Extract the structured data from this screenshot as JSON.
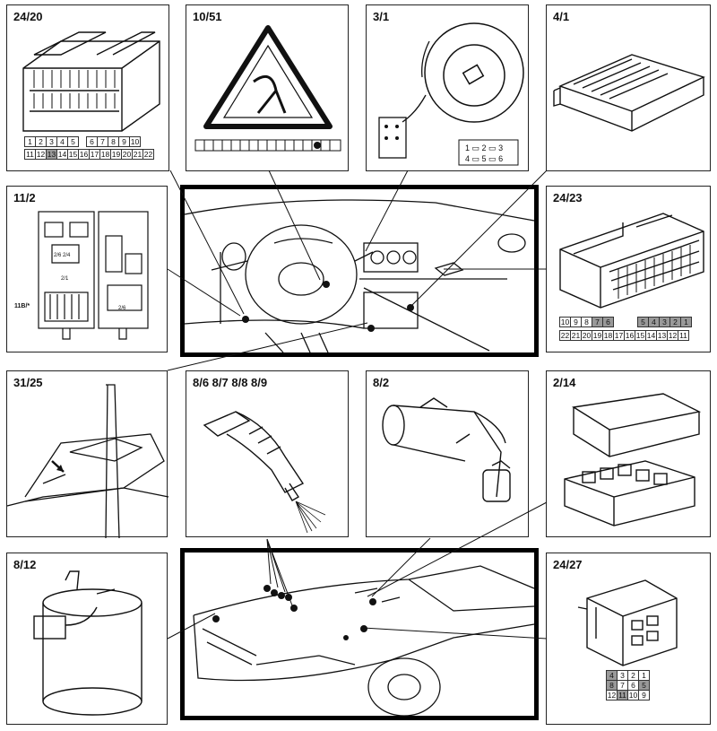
{
  "panels": {
    "p1": {
      "label": "24/20",
      "pins": [
        [
          "1",
          "2",
          "3",
          "4",
          "5",
          "",
          "6",
          "7",
          "8",
          "9",
          "10"
        ],
        [
          "11",
          "12",
          "13",
          "14",
          "15",
          "16",
          "17",
          "18",
          "19",
          "20",
          "21",
          "22"
        ]
      ]
    },
    "p2": {
      "label": "10/51"
    },
    "p3": {
      "label": "3/1",
      "pins": [
        "1",
        "2",
        "3",
        "4",
        "5",
        "6"
      ]
    },
    "p4": {
      "label": "4/1"
    },
    "p5": {
      "label": "11/2",
      "relay_labels": [
        "2/6 2/4",
        "2/1",
        "2/6",
        "11B/*"
      ]
    },
    "p6": {
      "label": "24/23",
      "pins": [
        [
          "10",
          "9",
          "8",
          "7",
          "6",
          "",
          "5",
          "4",
          "3",
          "2",
          "1"
        ],
        [
          "22",
          "21",
          "20",
          "19",
          "18",
          "17",
          "16",
          "15",
          "14",
          "13",
          "12",
          "11"
        ]
      ]
    },
    "p7": {
      "label": "31/25"
    },
    "p8": {
      "label": "8/6 8/7 8/8 8/9"
    },
    "p9": {
      "label": "8/2"
    },
    "p10": {
      "label": "2/14"
    },
    "p11": {
      "label": "8/12"
    },
    "p12": {
      "label": "24/27",
      "pins": [
        [
          "4",
          "3",
          "2",
          "1"
        ],
        [
          "8",
          "7",
          "6",
          "5"
        ],
        [
          "12",
          "11",
          "10",
          "9"
        ]
      ]
    }
  }
}
